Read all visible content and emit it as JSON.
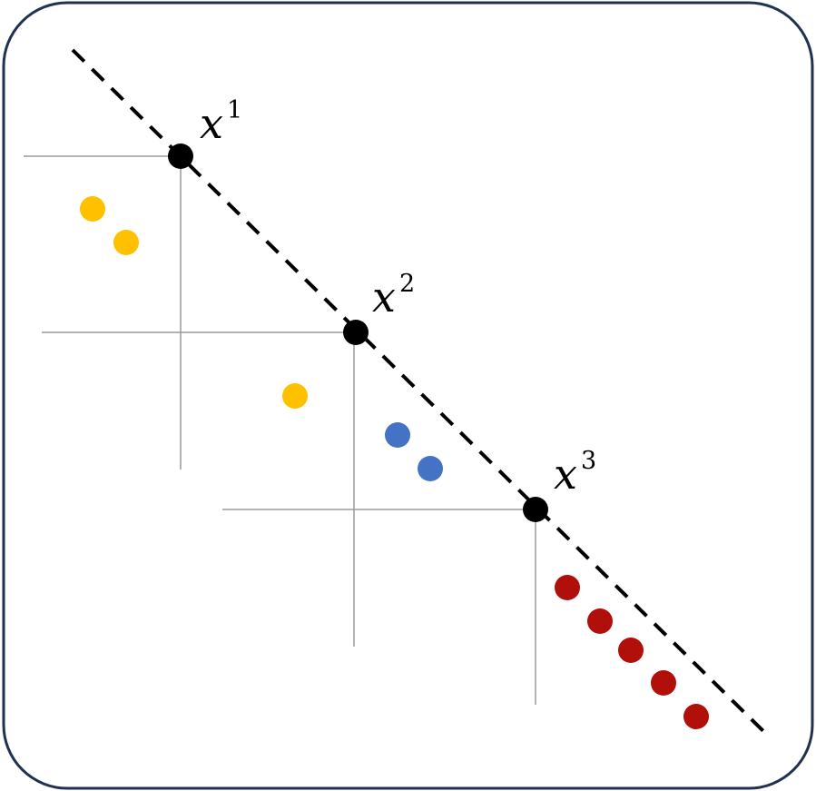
{
  "diagram": {
    "points": [
      {
        "base": "x",
        "sup": "1"
      },
      {
        "base": "x",
        "sup": "2"
      },
      {
        "base": "x",
        "sup": "3"
      }
    ],
    "colors": {
      "frame": "#1f3251",
      "guide": "#9a9a9a",
      "line": "#000000",
      "point": "#000000",
      "yellow": "#ffc000",
      "blue": "#4472c4",
      "red": "#b00f0a"
    }
  }
}
